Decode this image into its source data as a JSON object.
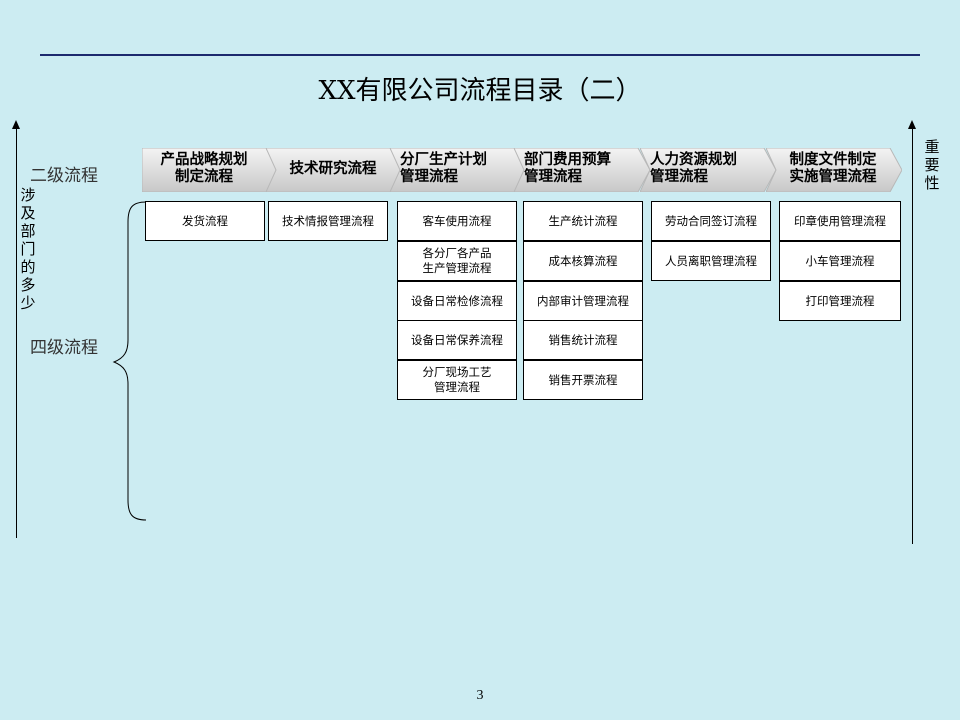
{
  "title": "XX有限公司流程目录（二）",
  "page_number": "3",
  "left_axis": {
    "label_chars": [
      "涉",
      "及",
      "部",
      "门",
      "的",
      "多",
      "少"
    ]
  },
  "right_axis": {
    "label_chars": [
      "重",
      "要",
      "性"
    ]
  },
  "levels": {
    "level2": "二级流程",
    "level4": "四级流程"
  },
  "columns": [
    {
      "header": "产品战略规划\n制定流程",
      "items": [
        "发货流程"
      ]
    },
    {
      "header": "技术研究流程",
      "items": [
        "技术情报管理流程"
      ]
    },
    {
      "header": "分厂生产计划\n管理流程",
      "items": [
        "客车使用流程",
        "各分厂各产品\n生产管理流程",
        "设备日常检修流程",
        "设备日常保养流程",
        "分厂现场工艺\n管理流程"
      ]
    },
    {
      "header": "部门费用预算\n管理流程",
      "items": [
        "生产统计流程",
        "成本核算流程",
        "内部审计管理流程",
        "销售统计流程",
        "销售开票流程"
      ]
    },
    {
      "header": "人力资源规划\n管理流程",
      "items": [
        "劳动合同签订流程",
        "人员离职管理流程"
      ]
    },
    {
      "header": "制度文件制定\n实施管理流程",
      "items": [
        "印章使用管理流程",
        "小车管理流程",
        "打印管理流程"
      ]
    }
  ],
  "colors": {
    "background": "#ccecf2",
    "chevron_light": "#f4f4f4",
    "chevron_dark": "#c8c8c8",
    "rule": "#1c2a6e"
  }
}
